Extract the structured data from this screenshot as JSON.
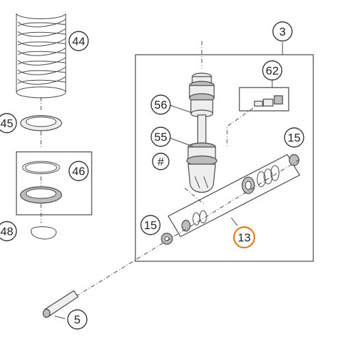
{
  "diagram": {
    "callouts": [
      {
        "id": "c44",
        "label": "44"
      },
      {
        "id": "c45",
        "label": "45"
      },
      {
        "id": "c46",
        "label": "46"
      },
      {
        "id": "c48",
        "label": "48"
      },
      {
        "id": "c3",
        "label": "3"
      },
      {
        "id": "c62",
        "label": "62"
      },
      {
        "id": "c56",
        "label": "56"
      },
      {
        "id": "c55",
        "label": "55"
      },
      {
        "id": "cHash",
        "label": "#"
      },
      {
        "id": "c15a",
        "label": "15"
      },
      {
        "id": "c15b",
        "label": "15"
      },
      {
        "id": "c13",
        "label": "13",
        "highlighted": true
      },
      {
        "id": "c5",
        "label": "5"
      }
    ],
    "highlight_color": "#e07a1a"
  }
}
